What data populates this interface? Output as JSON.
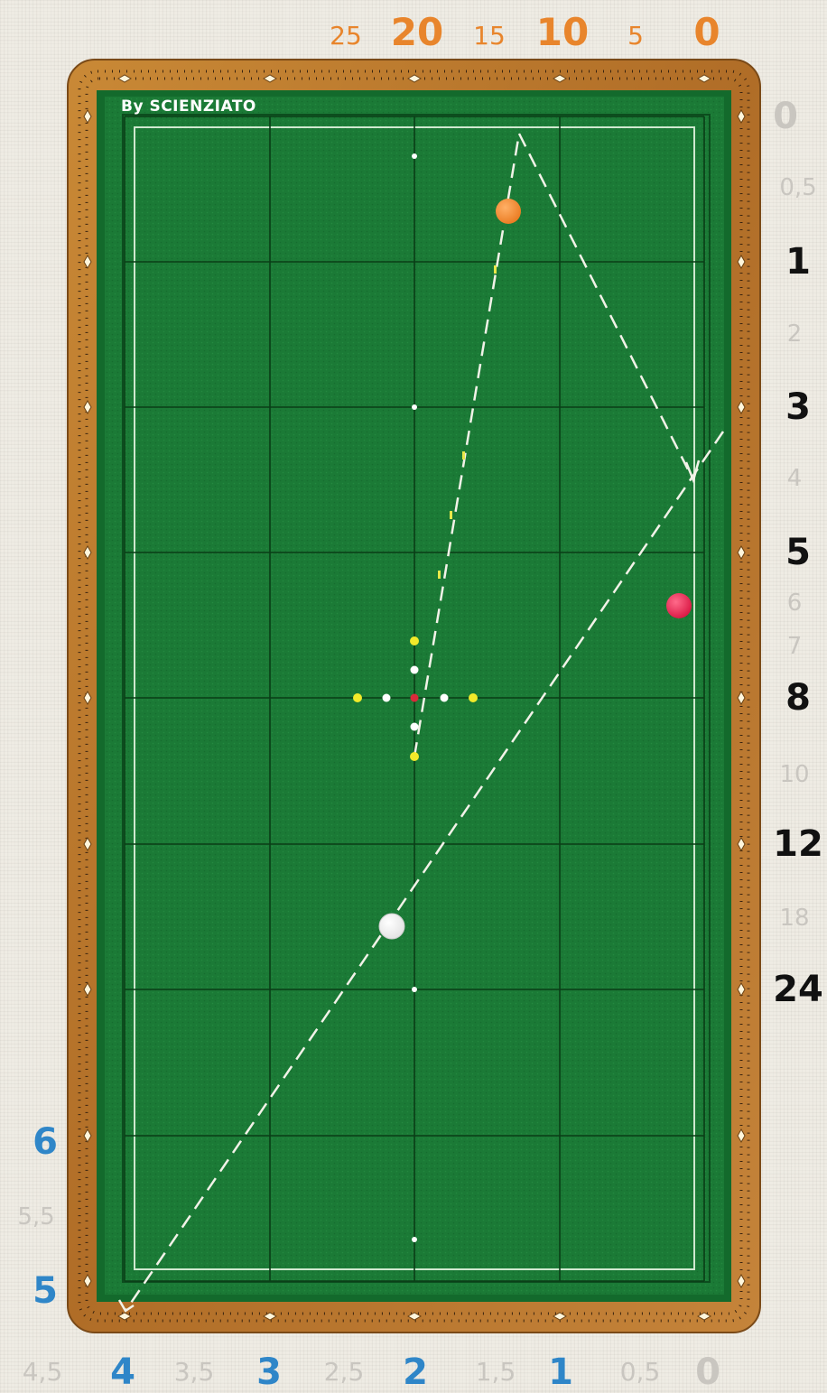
{
  "credit": "By SCIENZIATO",
  "colors": {
    "cloth": "#1b7a36",
    "rail_wood": "#b8772e",
    "orange_label": "#e8852c",
    "blue_label": "#2f86c8",
    "gray_label": "#c9c6c0",
    "dark_label": "#111111",
    "orange_ball": "#ee7f24",
    "red_ball": "#e0204a",
    "white_ball": "#ffffff",
    "path_line": "#ffffff"
  },
  "top_scale": {
    "labels": [
      {
        "text": "25",
        "kind": "minor"
      },
      {
        "text": "20",
        "kind": "major"
      },
      {
        "text": "15",
        "kind": "minor"
      },
      {
        "text": "10",
        "kind": "major"
      },
      {
        "text": "5",
        "kind": "minor"
      },
      {
        "text": "0",
        "kind": "major"
      }
    ]
  },
  "right_scale": {
    "labels": [
      {
        "text": "0",
        "kind": "zero"
      },
      {
        "text": "0,5",
        "kind": "minor"
      },
      {
        "text": "1",
        "kind": "major"
      },
      {
        "text": "2",
        "kind": "minor"
      },
      {
        "text": "3",
        "kind": "major"
      },
      {
        "text": "4",
        "kind": "minor"
      },
      {
        "text": "5",
        "kind": "major"
      },
      {
        "text": "6",
        "kind": "minor"
      },
      {
        "text": "7",
        "kind": "minor"
      },
      {
        "text": "8",
        "kind": "major"
      },
      {
        "text": "10",
        "kind": "minor"
      },
      {
        "text": "12",
        "kind": "major"
      },
      {
        "text": "18",
        "kind": "minor"
      },
      {
        "text": "24",
        "kind": "major"
      }
    ]
  },
  "left_scale": {
    "labels": [
      {
        "text": "6",
        "kind": "major"
      },
      {
        "text": "5,5",
        "kind": "minor"
      },
      {
        "text": "5",
        "kind": "major"
      }
    ]
  },
  "bottom_scale": {
    "labels": [
      {
        "text": "4,5",
        "kind": "minor"
      },
      {
        "text": "4",
        "kind": "major"
      },
      {
        "text": "3,5",
        "kind": "minor"
      },
      {
        "text": "3",
        "kind": "major"
      },
      {
        "text": "2,5",
        "kind": "minor"
      },
      {
        "text": "2",
        "kind": "major"
      },
      {
        "text": "1,5",
        "kind": "minor"
      },
      {
        "text": "1",
        "kind": "major"
      },
      {
        "text": "0,5",
        "kind": "minor"
      },
      {
        "text": "0",
        "kind": "zero"
      }
    ]
  }
}
